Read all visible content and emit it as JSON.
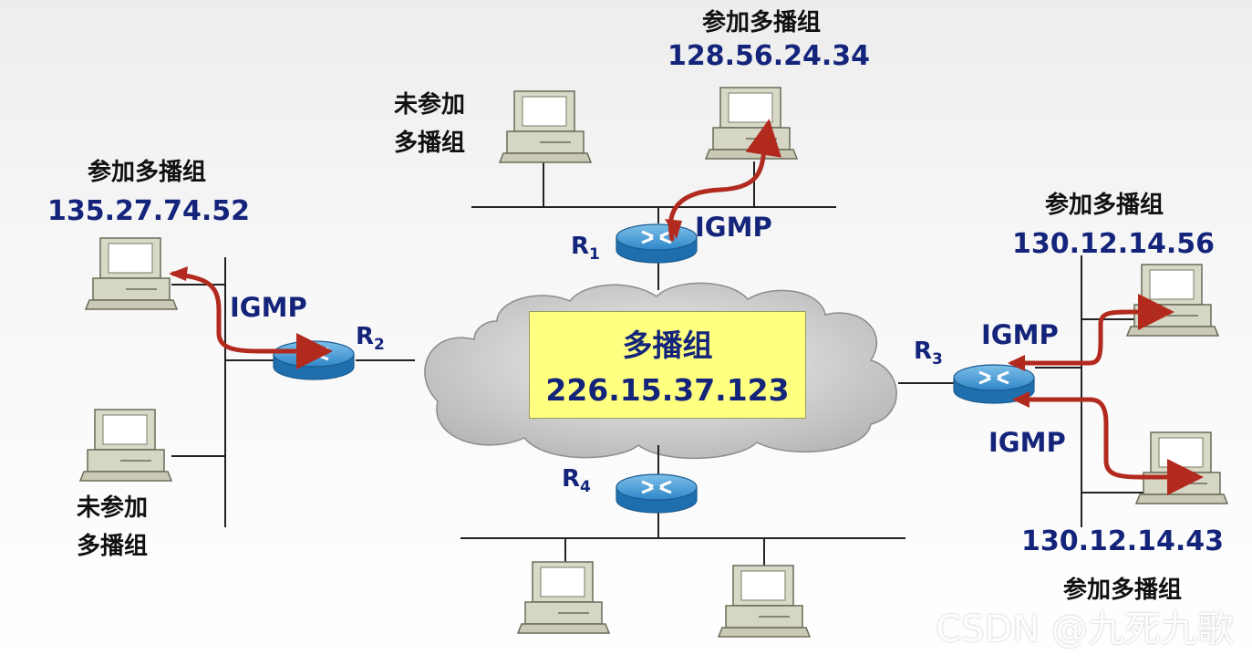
{
  "multicast_group": {
    "title": "多播组",
    "address": "226.15.37.123"
  },
  "routers": [
    {
      "name": "R",
      "sub": "1"
    },
    {
      "name": "R",
      "sub": "2"
    },
    {
      "name": "R",
      "sub": "3"
    },
    {
      "name": "R",
      "sub": "4"
    }
  ],
  "hosts": {
    "top_joined": {
      "status": "参加多播组",
      "ip": "128.56.24.34"
    },
    "top_not_joined": {
      "line1": "未参加",
      "line2": "多播组"
    },
    "left_joined": {
      "status": "参加多播组",
      "ip": "135.27.74.52"
    },
    "left_not_joined": {
      "line1": "未参加",
      "line2": "多播组"
    },
    "right_upper": {
      "status": "参加多播组",
      "ip": "130.12.14.56"
    },
    "right_lower": {
      "status": "参加多播组",
      "ip": "130.12.14.43"
    }
  },
  "protocol_labels": [
    "IGMP",
    "IGMP",
    "IGMP",
    "IGMP"
  ],
  "watermark": "CSDN @九死九歌",
  "colors": {
    "arrow": "#b22a1e",
    "text_blue": "#14247a",
    "box_fill": "#ffff80",
    "router": "#2e7fbf"
  }
}
